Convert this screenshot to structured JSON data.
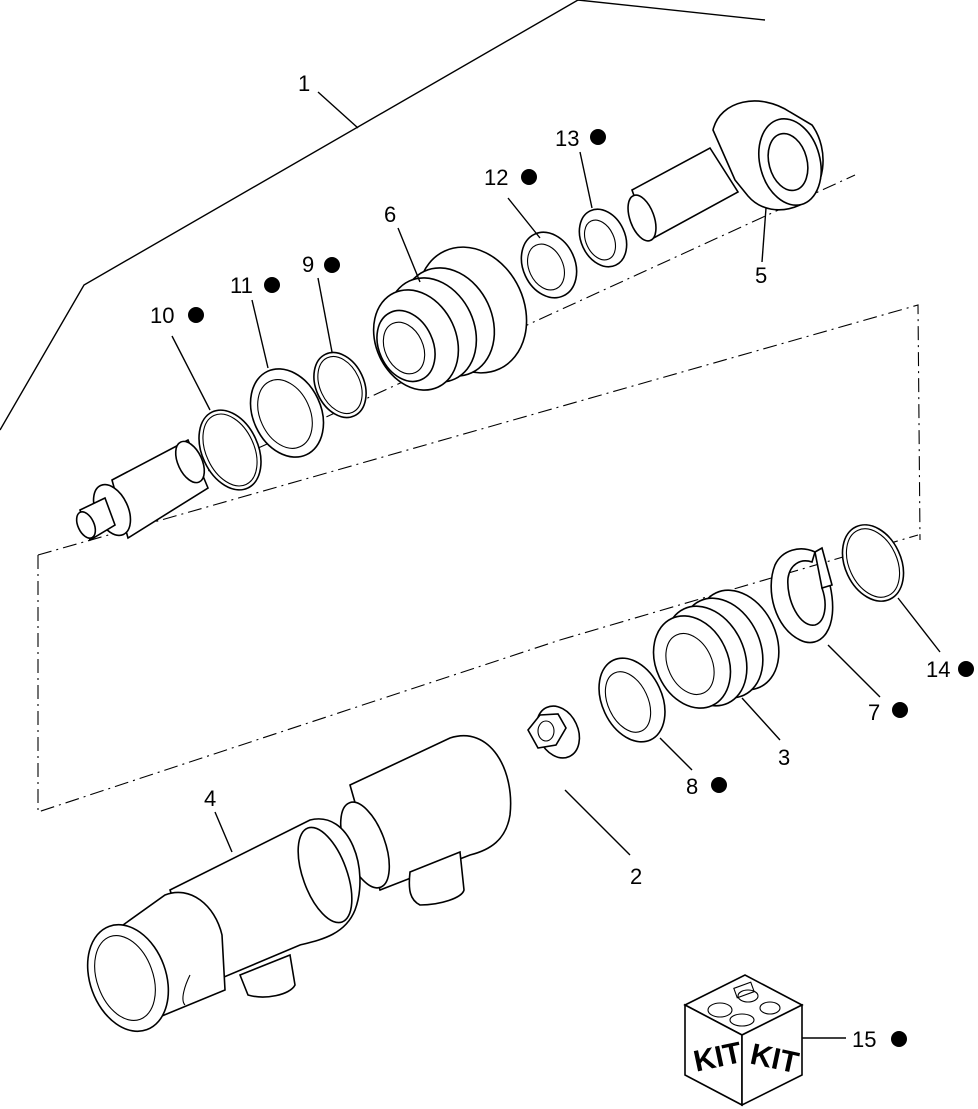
{
  "diagram": {
    "callouts": [
      {
        "id": "c1",
        "label": "1",
        "dot": false
      },
      {
        "id": "c2",
        "label": "2",
        "dot": false
      },
      {
        "id": "c3",
        "label": "3",
        "dot": false
      },
      {
        "id": "c4",
        "label": "4",
        "dot": false
      },
      {
        "id": "c5",
        "label": "5",
        "dot": false
      },
      {
        "id": "c6",
        "label": "6",
        "dot": false
      },
      {
        "id": "c7",
        "label": "7",
        "dot": true
      },
      {
        "id": "c8",
        "label": "8",
        "dot": true
      },
      {
        "id": "c9",
        "label": "9",
        "dot": true
      },
      {
        "id": "c10",
        "label": "10",
        "dot": true
      },
      {
        "id": "c11",
        "label": "11",
        "dot": true
      },
      {
        "id": "c12",
        "label": "12",
        "dot": true
      },
      {
        "id": "c13",
        "label": "13",
        "dot": true
      },
      {
        "id": "c14",
        "label": "14",
        "dot": true
      },
      {
        "id": "c15",
        "label": "15",
        "dot": true
      }
    ],
    "kit_box": {
      "left_text": "KIT",
      "right_text": "KIT"
    }
  }
}
